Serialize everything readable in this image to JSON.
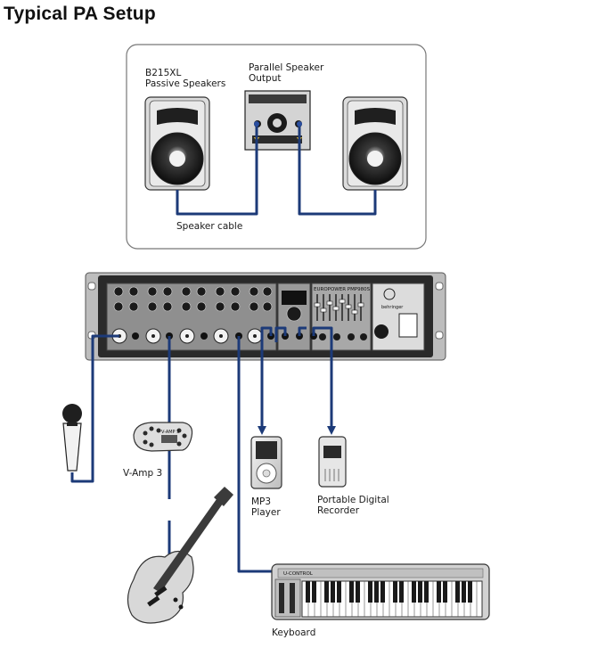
{
  "title": "Typical PA Setup",
  "labels": {
    "speakers_line1": "B215XL",
    "speakers_line2": "Passive Speakers",
    "parallel_line1": "Parallel Speaker",
    "parallel_line2": "Output",
    "speaker_cable": "Speaker cable",
    "vamp": "V-Amp 3",
    "mp3_line1": "MP3",
    "mp3_line2": "Player",
    "recorder_line1": "Portable Digital",
    "recorder_line2": "Recorder",
    "keyboard": "Keyboard"
  },
  "device_text": {
    "panel_brand": "EUROPOWER PMP980S",
    "behringer": "behringer",
    "vamp_logo": "V-AMP 3",
    "keyboard_brand": "U-CONTROL"
  },
  "colors": {
    "cable": "#1c3a78",
    "device_gray": "#c8c8c8",
    "panel_dark": "#2a2a2a"
  }
}
